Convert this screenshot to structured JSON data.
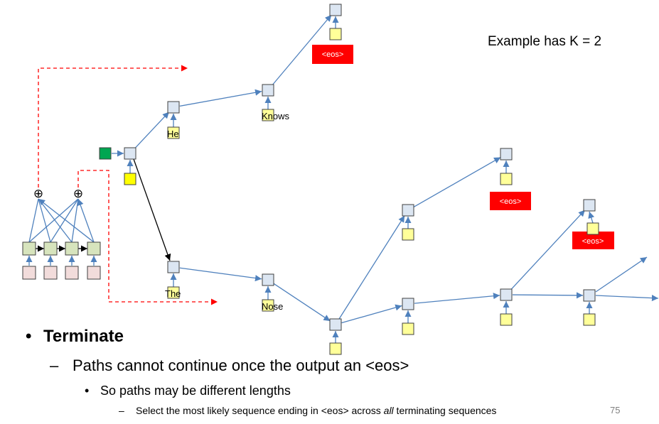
{
  "example_note": "Example has K = 2",
  "words": {
    "he": "He",
    "knows": "Knows",
    "the": "The",
    "nose": "Nose",
    "eos": "<eos>"
  },
  "bullets": {
    "level1": "Terminate",
    "level2": "Paths cannot continue once the output an <eos>",
    "level3": "So paths may be different lengths",
    "level4_before": "Select the most likely sequence ending in <eos> across ",
    "level4_em": "all",
    "level4_after": " terminating sequences"
  },
  "markers": {
    "bullet": "•",
    "dash": "–",
    "sum": "⊕"
  },
  "page_number": "75",
  "colors": {
    "state_box": "#dce6f2",
    "output_box": "#ffff99",
    "eos_box": "#ff0000",
    "start_box": "#00a651",
    "encoder_hidden": "#d7e4bd",
    "encoder_input": "#f2dcdb",
    "arrow_blue": "#4f81bd",
    "arrow_red": "#ff0000"
  }
}
